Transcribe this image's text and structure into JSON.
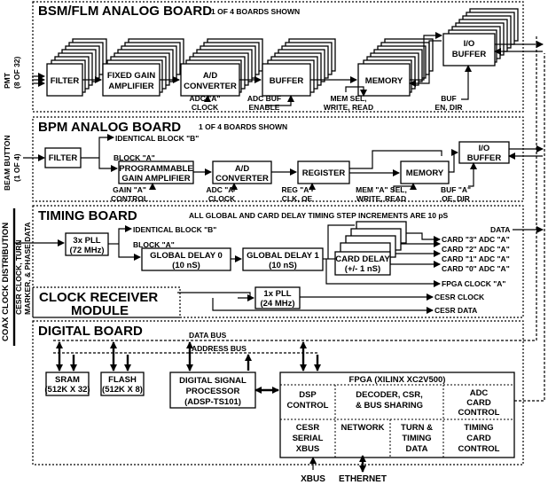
{
  "bsm": {
    "title": "BSM/FLM ANALOG  BOARD",
    "subtitle": "1 OF 4 BOARDS SHOWN",
    "filter": "FILTER",
    "amp1": "FIXED GAIN",
    "amp2": "AMPLIFIER",
    "adc1": "A/D",
    "adc2": "CONVERTER",
    "buffer": "BUFFER",
    "memory": "MEMORY",
    "io1": "I/O",
    "io2": "BUFFER",
    "adc_clk1": "ADC \"A\"",
    "adc_clk2": "CLOCK",
    "adc_buf1": "ADC BUF",
    "adc_buf2": "ENABLE",
    "mem1": "MEM SEL,",
    "mem2": "WRITE, READ",
    "buf_en1": "BUF",
    "buf_en2": "EN, DIR",
    "pmt1": "PMT",
    "pmt2": "(8 OF 32)"
  },
  "bpm": {
    "title": "BPM ANALOG  BOARD",
    "subtitle": "1 OF 4 BOARDS SHOWN",
    "identical": "IDENTICAL BLOCK \"B\"",
    "block_a": "BLOCK \"A\"",
    "filter": "FILTER",
    "pga1": "PROGRAMMABLE",
    "pga2": "GAIN AMPLIFIER",
    "adc1": "A/D",
    "adc2": "CONVERTER",
    "register": "REGISTER",
    "memory": "MEMORY",
    "io1": "I/O",
    "io2": "BUFFER",
    "gain1": "GAIN \"A\"",
    "gain2": "CONTROL",
    "adc_clk1": "ADC \"A\"",
    "adc_clk2": "CLOCK",
    "reg1": "REG \"A\"",
    "reg2": "CLK, OE",
    "mem1": "MEM \"A\" SEL,",
    "mem2": "WRITE, READ",
    "bufa1": "BUF \"A\"",
    "bufa2": "OE, DIR",
    "bb1": "BEAM BUTTON",
    "bb2": "(1 OF 4)"
  },
  "timing": {
    "title": "TIMING  BOARD",
    "note": "ALL GLOBAL AND CARD DELAY TIMING STEP INCREMENTS ARE 10 pS",
    "data": "DATA",
    "pll1": "3x PLL",
    "pll2": "(72 MHz)",
    "identical": "IDENTICAL BLOCK \"B\"",
    "block_a": "BLOCK \"A\"",
    "gd0a": "GLOBAL  DELAY 0",
    "gd0b": "(10 nS)",
    "gd1a": "GLOBAL DELAY 1",
    "gd1b": "(10 nS)",
    "cd1": "CARD DELAY",
    "cd2": "(+/- 1 nS)",
    "card3": "CARD \"3\" ADC \"A\"",
    "card2": "CARD \"2\" ADC \"A\"",
    "card1": "CARD \"1\" ADC \"A\"",
    "card0": "CARD \"0\" ADC \"A\"",
    "fpga_clk": "FPGA CLOCK \"A\"",
    "cesr_clock": "CESR CLOCK",
    "cesr_data": "CESR DATA",
    "pll1x_1": "1x PLL",
    "pll1x_2": "(24 MHz)"
  },
  "clock_receiver": {
    "line1": "CLOCK RECEIVER",
    "line2": "MODULE"
  },
  "side": {
    "coax": "COAX CLOCK DISTRIBUTION",
    "cesr1": "CESR CLOCK, TURN",
    "cesr2": "MARKER, & PHASE DATA"
  },
  "digital": {
    "title": "DIGITAL BOARD",
    "data_bus": "DATA BUS",
    "address_bus": "ADDRESS BUS",
    "sram1": "SRAM",
    "sram2": "(512K X 32)",
    "flash1": "FLASH",
    "flash2": "(512K X 8)",
    "dsp1": "DIGITAL SIGNAL",
    "dsp2": "PROCESSOR",
    "dsp3": "(ADSP-TS101)",
    "fpga_title": "FPGA (XILINX XC2V500)",
    "dsp_ctl1": "DSP",
    "dsp_ctl2": "CONTROL",
    "dec1": "DECODER, CSR,",
    "dec2": "& BUS SHARING",
    "adc_ctl1": "ADC",
    "adc_ctl2": "CARD",
    "adc_ctl3": "CONTROL",
    "cesr_s1": "CESR",
    "cesr_s2": "SERIAL",
    "cesr_s3": "XBUS",
    "network": "NETWORK",
    "turn1": "TURN &",
    "turn2": "TIMING",
    "turn3": "DATA",
    "tcc1": "TIMING",
    "tcc2": "CARD",
    "tcc3": "CONTROL",
    "xbus": "XBUS",
    "ethernet": "ETHERNET"
  }
}
